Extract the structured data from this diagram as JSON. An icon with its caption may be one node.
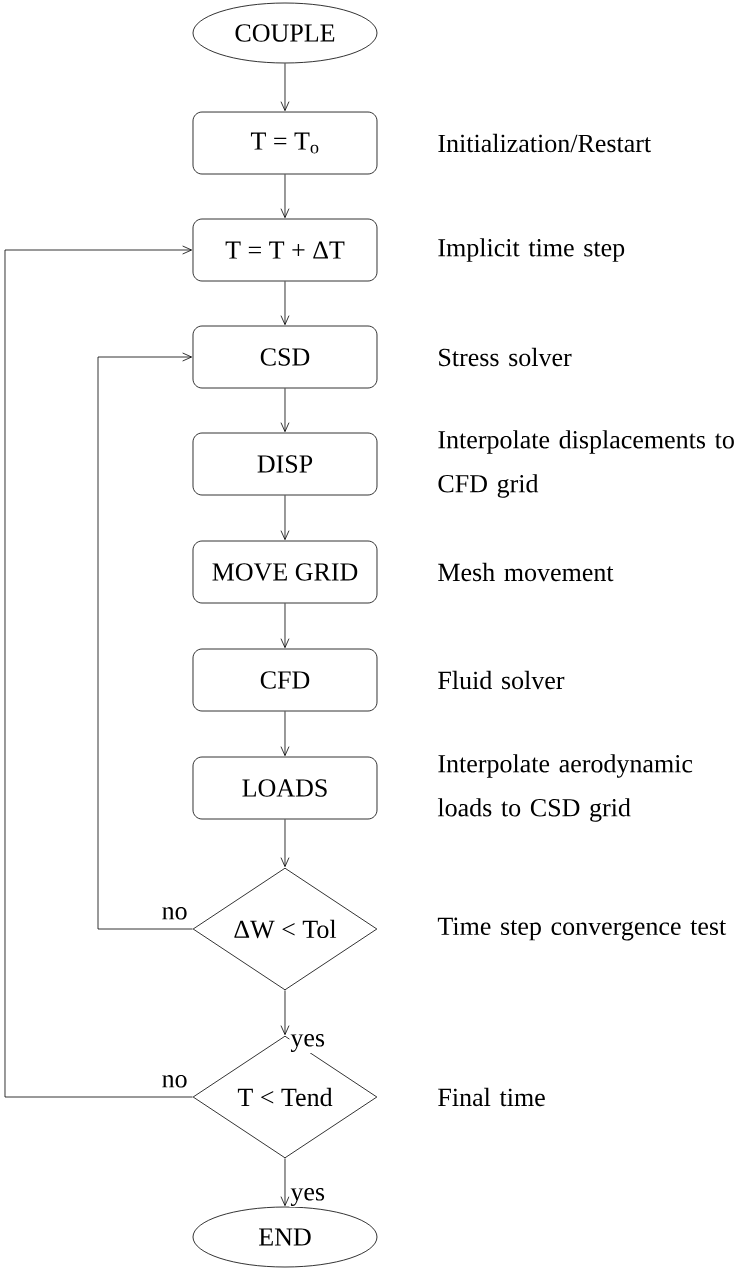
{
  "diagram": {
    "nodes": [
      {
        "text": [
          "COUPLE"
        ]
      },
      {
        "text": [
          "T = T$_{o}$"
        ],
        "beside": [
          "Initialization/Restart"
        ]
      },
      {
        "text": [
          "T = T + ΔT"
        ],
        "beside": [
          "Implicit time step"
        ]
      },
      {
        "text": [
          "CSD"
        ],
        "beside": [
          "Stress solver"
        ]
      },
      {
        "text": [
          "DISP"
        ],
        "beside": [
          "Interpolate displacements to CFD grid"
        ]
      },
      {
        "text": [
          "MOVE GRID"
        ],
        "beside": [
          "Mesh movement"
        ]
      },
      {
        "text": [
          "CFD"
        ],
        "beside": [
          "Fluid solver"
        ]
      },
      {
        "text": [
          "LOADS"
        ],
        "beside": [
          "Interpolate aerodynamic loads to CSD grid"
        ]
      },
      {
        "text": [
          "ΔW < Tol"
        ],
        "beside": [
          "Time step convergence test"
        ]
      },
      {
        "text": [
          "T < Tend"
        ],
        "beside": [
          "Final time"
        ]
      },
      {
        "text": [
          "END"
        ]
      }
    ],
    "edges": [
      {
        "from": 0,
        "to": 1,
        "arrow": "to"
      },
      {
        "from": 1,
        "to": 2,
        "arrow": "to"
      },
      {
        "from": 2,
        "to": 3,
        "arrow": "to"
      },
      {
        "from": 3,
        "to": 4,
        "arrow": "to"
      },
      {
        "from": 4,
        "to": 5,
        "arrow": "to"
      },
      {
        "from": 5,
        "to": 6,
        "arrow": "to"
      },
      {
        "from": 6,
        "to": 7,
        "arrow": "to"
      },
      {
        "from": 7,
        "to": 8,
        "arrow": "to"
      },
      {
        "from": 8,
        "to": 9,
        "arrow": "to",
        "label": "yes"
      },
      {
        "from": 8,
        "to": 3,
        "arrow": "to",
        "label": "no"
      },
      {
        "from": 9,
        "to": 10,
        "arrow": "to",
        "label": "yes"
      },
      {
        "from": 9,
        "to": 2,
        "arrow": "to",
        "label": "no"
      }
    ]
  }
}
